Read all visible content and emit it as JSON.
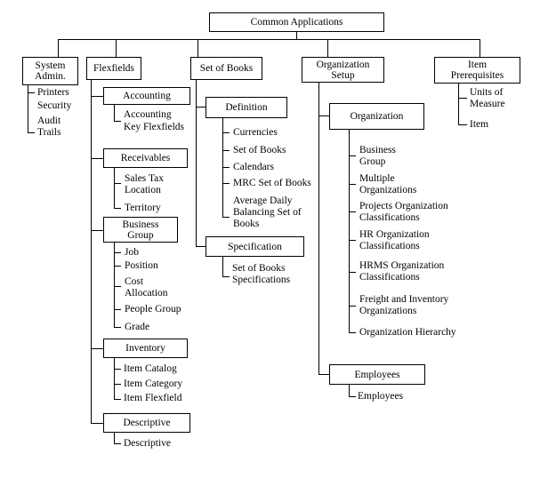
{
  "root": "Common Applications",
  "system_admin": {
    "title_lines": [
      "System",
      "Admin."
    ],
    "items": [
      "Printers",
      "Security",
      "Audit",
      "Trails"
    ]
  },
  "flexfields": {
    "title": "Flexfields",
    "accounting": {
      "title": "Accounting",
      "items": [
        "Accounting",
        "Key Flexfields"
      ]
    },
    "receivables": {
      "title": "Receivables",
      "items": [
        "Sales Tax",
        "Location",
        "Territory"
      ]
    },
    "business_group": {
      "title_lines": [
        "Business",
        "Group"
      ],
      "items": [
        "Job",
        "Position",
        "Cost",
        "Allocation",
        "People Group",
        "Grade"
      ]
    },
    "inventory": {
      "title": "Inventory",
      "items": [
        "Item Catalog",
        "Item Category",
        "Item Flexfield"
      ]
    },
    "descriptive": {
      "title": "Descriptive",
      "items": [
        "Descriptive"
      ]
    }
  },
  "set_of_books": {
    "title": "Set of Books",
    "definition": {
      "title": "Definition",
      "items": [
        "Currencies",
        "Set of Books",
        "Calendars",
        "MRC Set of Books",
        "Average Daily",
        "Balancing Set of",
        "Books"
      ]
    },
    "specification": {
      "title": "Specification",
      "items": [
        "Set of Books",
        "Specifications"
      ]
    }
  },
  "organization_setup": {
    "title_lines": [
      "Organization",
      "Setup"
    ],
    "organization": {
      "title": "Organization",
      "items": [
        "Business",
        "Group",
        "Multiple",
        "Organizations",
        "Projects Organization",
        "Classifications",
        "HR Organization",
        "Classifications",
        "HRMS Organization",
        "Classifications",
        "Freight and Inventory",
        "Organizations",
        "Organization Hierarchy"
      ]
    },
    "employees": {
      "title": "Employees",
      "items": [
        "Employees"
      ]
    }
  },
  "item_prerequisites": {
    "title_lines": [
      "Item",
      "Prerequisites"
    ],
    "items": [
      "Units of",
      "Measure",
      "Item"
    ]
  }
}
